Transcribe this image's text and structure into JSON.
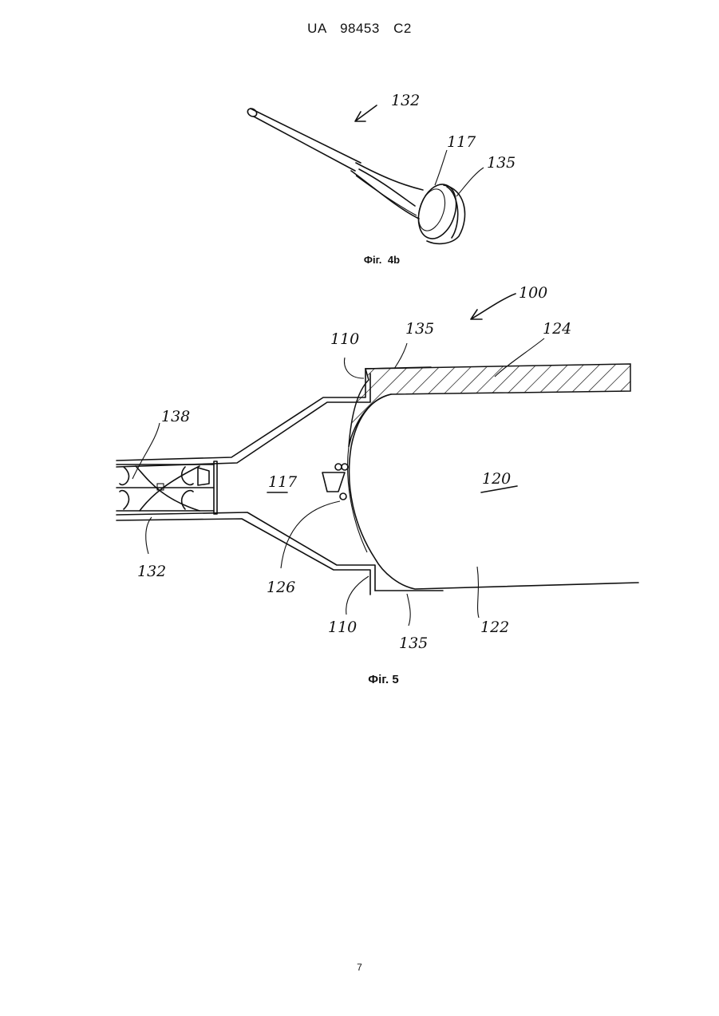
{
  "header": "UA 98453 C2",
  "fig4b": {
    "caption": "Фіг. 4b",
    "labels": {
      "l132": "132",
      "l117": "117",
      "l135": "135"
    }
  },
  "fig5": {
    "caption": "Фіг. 5",
    "labels": {
      "l100": "100",
      "l110_top": "110",
      "l135_top": "135",
      "l124": "124",
      "l138": "138",
      "l117": "117",
      "l120": "120",
      "l132": "132",
      "l126": "126",
      "l110_bottom": "110",
      "l135_bottom": "135",
      "l122": "122"
    }
  },
  "page_number": "7"
}
